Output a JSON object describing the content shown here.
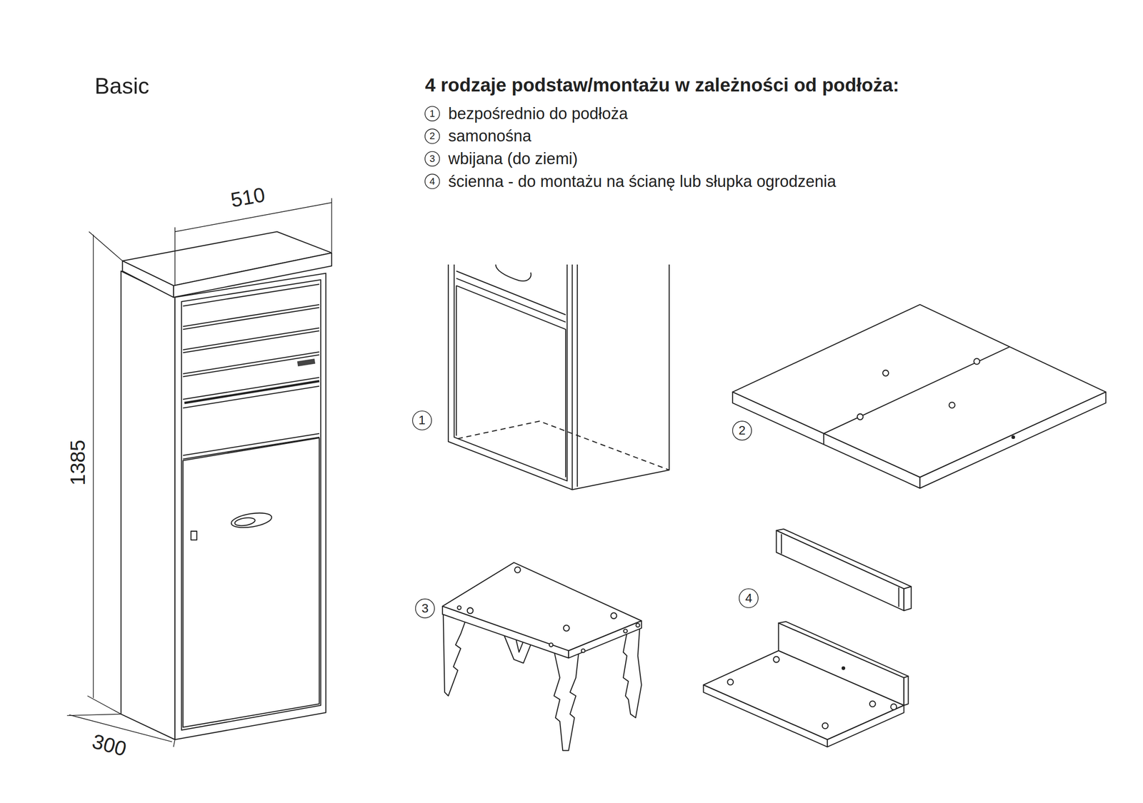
{
  "diagram": {
    "title": "Basic",
    "labels": [
      "4 rodzaje podstaw/montażu w zależności od podłoża:",
      "1",
      "bezpośrednio do podłoża",
      "2",
      "samonośna",
      "3",
      "wbijana (do ziemi)",
      "4",
      "ścienna - do montażu na ścianę lub słupka ogrodzenia",
      "510",
      "1385",
      "300",
      "1",
      "2",
      "3",
      "4"
    ]
  }
}
